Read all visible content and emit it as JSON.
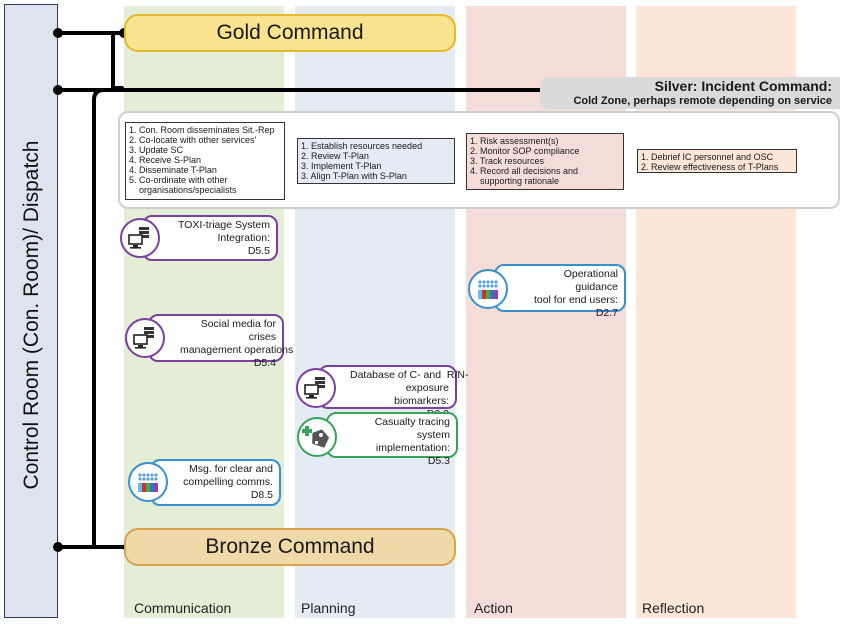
{
  "sidebar": {
    "label": "Control Room (Con. Room)/ Dispatch"
  },
  "lanes": [
    {
      "label": "Communication",
      "color": "#e4eed6"
    },
    {
      "label": "Planning",
      "color": "#e5ebf4"
    },
    {
      "label": "Action",
      "color": "#f4dcd9"
    },
    {
      "label": "Reflection",
      "color": "#fbe6d7"
    }
  ],
  "gold": {
    "label": "Gold Command",
    "fill": "#fae38f",
    "border": "#e6b92c"
  },
  "silver": {
    "title": "Silver: Incident Command:",
    "subtitle": "Cold Zone, perhaps remote depending on service"
  },
  "bronze": {
    "label": "Bronze Command",
    "fill": "#efd9a8",
    "border": "#d6a54e"
  },
  "lists": {
    "communication": [
      "1. Con. Room disseminates Sit.-Rep",
      "2. Co-locate with other services'",
      "3. Update SC",
      "4. Receive S-Plan",
      "4. Disseminate T-Plan",
      "5. Co-ordinate with other",
      "    organisations/specialists"
    ],
    "planning": [
      "1. Establish resources needed",
      "2. Review T-Plan",
      "3. Implement T-Plan",
      "3. Align T-Plan with S-Plan"
    ],
    "action": [
      "1. Risk assessment(s)",
      "2. Monitor SOP compliance",
      "3. Track resources",
      "4. Record all decisions and",
      "    supporting rationale"
    ],
    "reflection": [
      "1. Debrief IC personnel and OSC",
      "2. Review effectiveness of T-Plans"
    ]
  },
  "tools": [
    {
      "lines": [
        "TOXI-triage System",
        "Integration:",
        "D5.5"
      ],
      "icon": "server-monitor-icon",
      "color": "#7b3f9e"
    },
    {
      "lines": [
        "Social media for crises",
        "management operations",
        "D5.4"
      ],
      "icon": "server-monitor-icon",
      "color": "#7b3f9e"
    },
    {
      "lines": [
        "Msg. for clear and",
        "compelling comms.",
        "D8.5"
      ],
      "icon": "data-grid-icon",
      "color": "#3a8fd0"
    },
    {
      "lines": [
        "Database of C- and  R/N-",
        "exposure biomarkers:",
        "D3.3"
      ],
      "icon": "server-monitor-icon",
      "color": "#7b3f9e"
    },
    {
      "lines": [
        "Casualty tracing system",
        "implementation:",
        "D5.3"
      ],
      "icon": "medical-tag-icon",
      "color": "#3aa35a"
    },
    {
      "lines": [
        "Operational guidance",
        "tool for end users:",
        "D2.7"
      ],
      "icon": "data-grid-icon",
      "color": "#3a8fd0"
    }
  ]
}
